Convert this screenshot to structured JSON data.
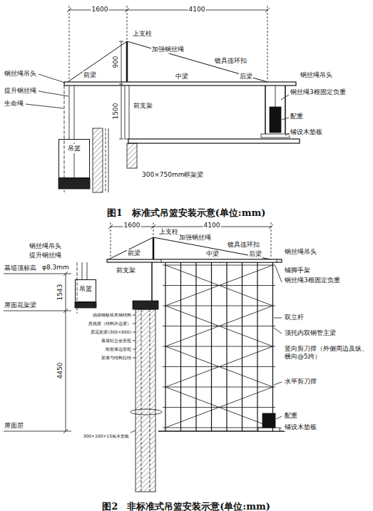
{
  "diagram": {
    "nodes": [
      {
        "text": [
          "吊篮"
        ]
      },
      {
        "text": [
          "吊篮"
        ]
      }
    ],
    "labels": [
      "1600",
      "4100",
      "上支柱",
      "900",
      "加强钢丝绳",
      "镀具连环扣",
      "钢丝绳吊头",
      "前梁",
      "中梁",
      "后梁",
      "钢丝绳吊头",
      "提升钢丝绳",
      "钢丝绳3根固定负重",
      "生命绳",
      "1500",
      "前支架",
      "配重",
      "铺设木垫板",
      "300×750mm框架梁",
      "图1　标准式吊篮安装示意(单位:mm)",
      "1600",
      "4100",
      "上支柱",
      "加强钢丝绳",
      "镀具连环扣",
      "钢丝绳吊头",
      "中梁",
      "后梁",
      "钢丝绳吊头",
      "前梁",
      "提升钢丝绳",
      "φ8.3mm",
      "前支架",
      "幕墙顶标高",
      "铺脚手架",
      "钢丝绳3根固定负重",
      "1543",
      "屋面花架梁",
      "双立杆",
      "顶托内双钢管主梁",
      "竖向剪刀撑（外侧周边及纵、横向@5跨）",
      "水平剪刀撑",
      "4450",
      "配重",
      "铺设木垫板",
      "屋面层",
      "300×100×15实木垫板",
      "抽插钢板铁夹钢结构",
      "悬挑梁（结构外边梁）",
      "原花架梁(300×600)",
      "幕墙铝合金竖框",
      "附架体边竖框",
      "架体与结构拉结",
      "图2　非标准式吊篮安装示意(单位:mm)"
    ]
  }
}
